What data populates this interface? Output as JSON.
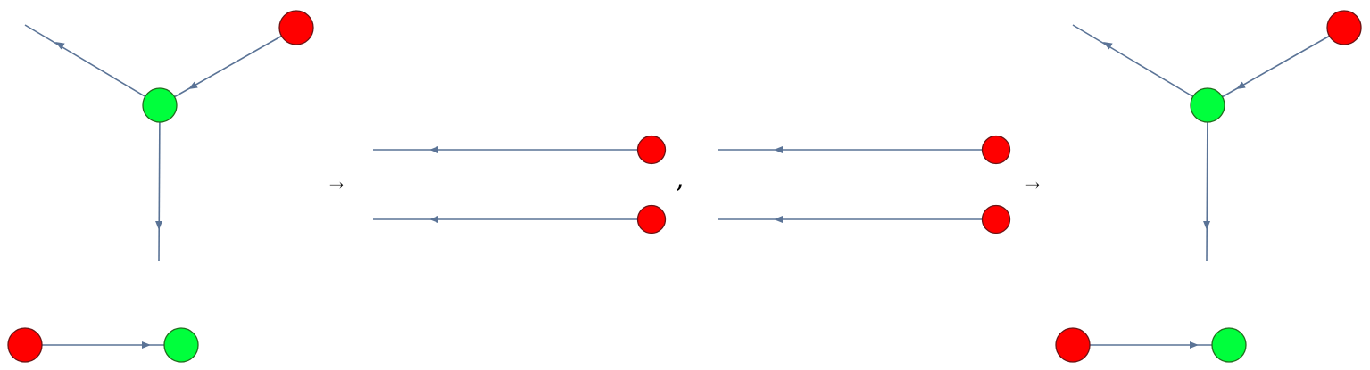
{
  "symbols": {
    "arrow_left": "→",
    "comma": ",",
    "arrow_right": "→"
  },
  "colors": {
    "edge": "#5a7396",
    "red_node": "#ff0000",
    "green_node": "#00ff3c"
  },
  "graphs": [
    {
      "name": "left-trivalent-graph",
      "nodes": [
        "green",
        "red"
      ],
      "edges": 3
    },
    {
      "name": "left-simple-edge",
      "nodes": [
        "red",
        "green"
      ],
      "edges": 1
    },
    {
      "name": "middle-left-parallel-edges",
      "nodes": [
        "red",
        "red"
      ],
      "edges": 2
    },
    {
      "name": "middle-right-parallel-edges",
      "nodes": [
        "red",
        "red"
      ],
      "edges": 2
    },
    {
      "name": "right-trivalent-graph",
      "nodes": [
        "green",
        "red"
      ],
      "edges": 3
    },
    {
      "name": "right-simple-edge",
      "nodes": [
        "red",
        "green"
      ],
      "edges": 1
    }
  ]
}
